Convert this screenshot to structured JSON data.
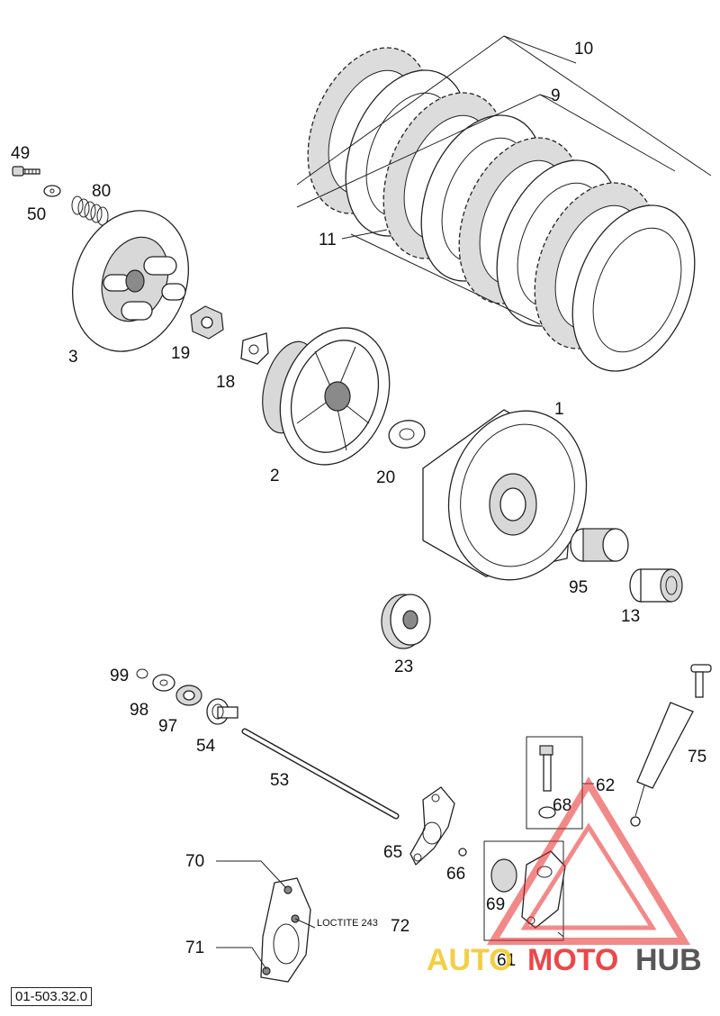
{
  "diagram": {
    "part_number": "01-503.32.0",
    "loctite_note": "LOCTITE 243",
    "callouts": [
      "10",
      "9",
      "11",
      "49",
      "80",
      "50",
      "3",
      "19",
      "18",
      "2",
      "20",
      "1",
      "95",
      "13",
      "23",
      "99",
      "98",
      "97",
      "54",
      "53",
      "62",
      "68",
      "75",
      "65",
      "66",
      "69",
      "70",
      "72",
      "71",
      "61"
    ]
  },
  "watermark": {
    "text_1": "AUTO",
    "text_2": "MOTO",
    "text_3": "HUB",
    "color_primary": "#e8292a",
    "color_secondary": "#f3c623",
    "color_dark": "#3a3a3a"
  }
}
